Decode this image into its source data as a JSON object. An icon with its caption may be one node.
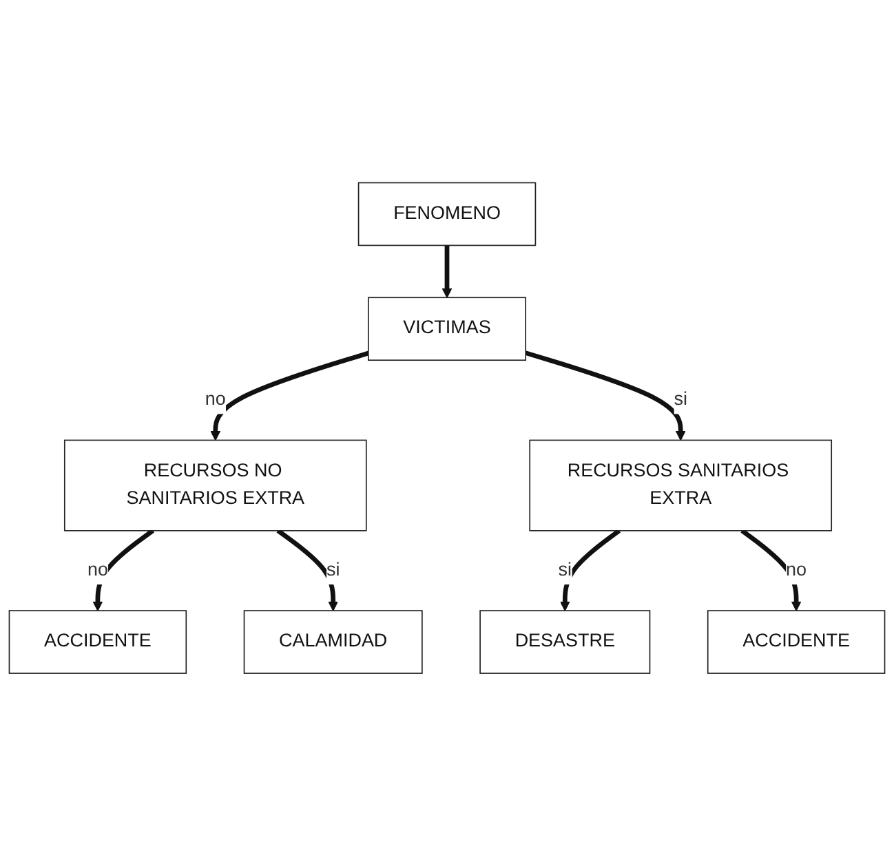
{
  "diagram": {
    "nodes": [
      {
        "text": [
          "ACCIDENTE"
        ]
      },
      {
        "text": [
          "RECURSOS NO SANITARIOS EXTRA"
        ]
      },
      {
        "text": [
          "CALAMIDAD"
        ]
      },
      {
        "text": [
          "FENOMENO"
        ]
      },
      {
        "text": [
          "VICTIMAS"
        ]
      },
      {
        "text": [
          "RECURSOS SANITARIOS EXTRA"
        ]
      },
      {
        "text": [
          "DESASTRE"
        ]
      },
      {
        "text": [
          "ACCIDENTE"
        ]
      }
    ],
    "edges": [
      {
        "from": 3,
        "to": 4,
        "arrow": "to"
      },
      {
        "from": 4,
        "to": 1,
        "arrow": "to",
        "label": "no"
      },
      {
        "from": 1,
        "to": 0,
        "arrow": "to",
        "label": "no"
      },
      {
        "from": 1,
        "to": 2,
        "arrow": "to",
        "label": "si"
      },
      {
        "from": 4,
        "to": 5,
        "arrow": "to",
        "label": "si"
      },
      {
        "from": 5,
        "to": 6,
        "arrow": "to",
        "label": "si"
      },
      {
        "from": 5,
        "to": 7,
        "arrow": "to",
        "label": "no"
      }
    ]
  }
}
